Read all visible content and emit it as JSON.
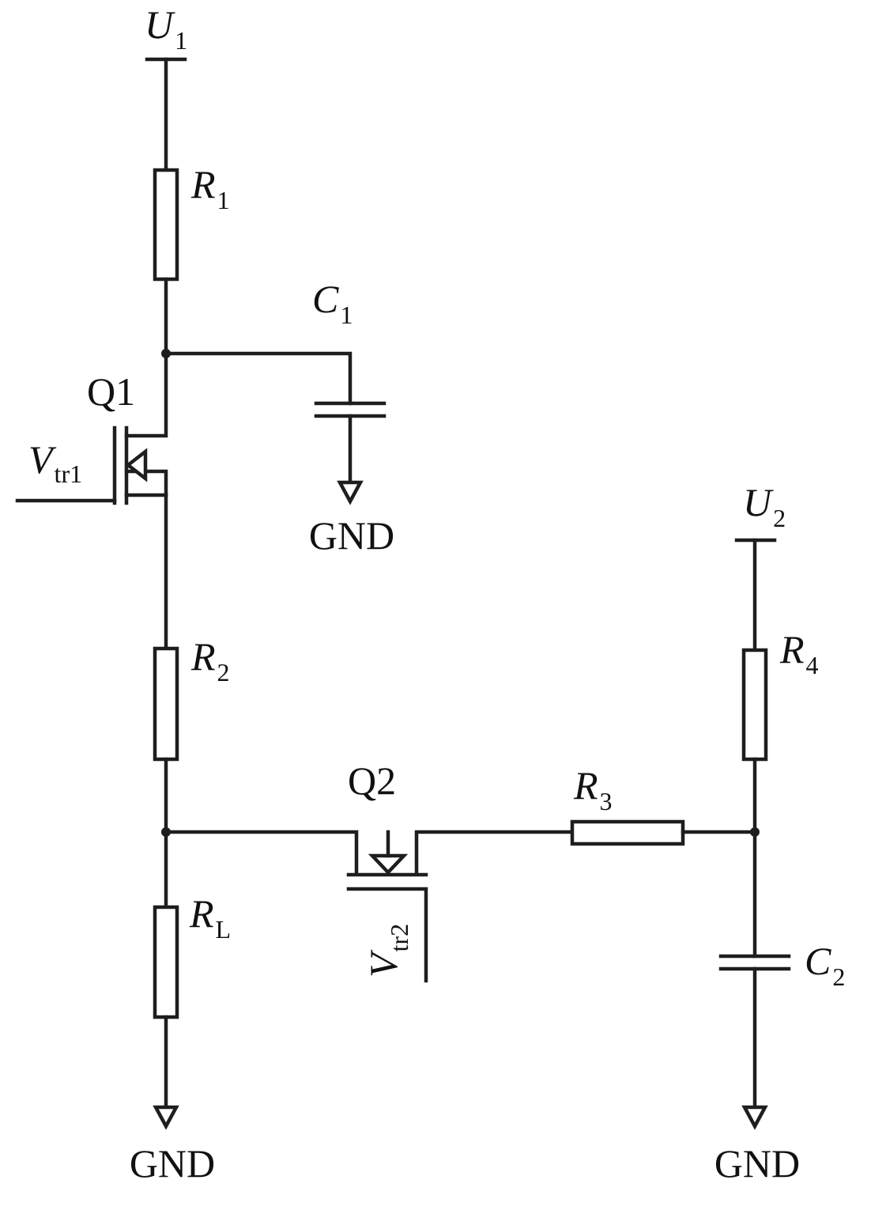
{
  "labels": {
    "u1": {
      "main": "U",
      "sub": "1"
    },
    "u2": {
      "main": "U",
      "sub": "2"
    },
    "r1": {
      "main": "R",
      "sub": "1"
    },
    "r2": {
      "main": "R",
      "sub": "2"
    },
    "r3": {
      "main": "R",
      "sub": "3"
    },
    "r4": {
      "main": "R",
      "sub": "4"
    },
    "rl": {
      "main": "R",
      "sub": "L"
    },
    "c1": {
      "main": "C",
      "sub": "1"
    },
    "c2": {
      "main": "C",
      "sub": "2"
    },
    "q1": "Q1",
    "q2": "Q2",
    "vtr1": {
      "main": "V",
      "sub": "tr1"
    },
    "vtr2": {
      "main": "V",
      "sub": "tr2"
    },
    "gnd_c1": "GND",
    "gnd_left": "GND",
    "gnd_right": "GND"
  },
  "colors": {
    "ink": "#1e1e1e",
    "background": "#ffffff"
  }
}
